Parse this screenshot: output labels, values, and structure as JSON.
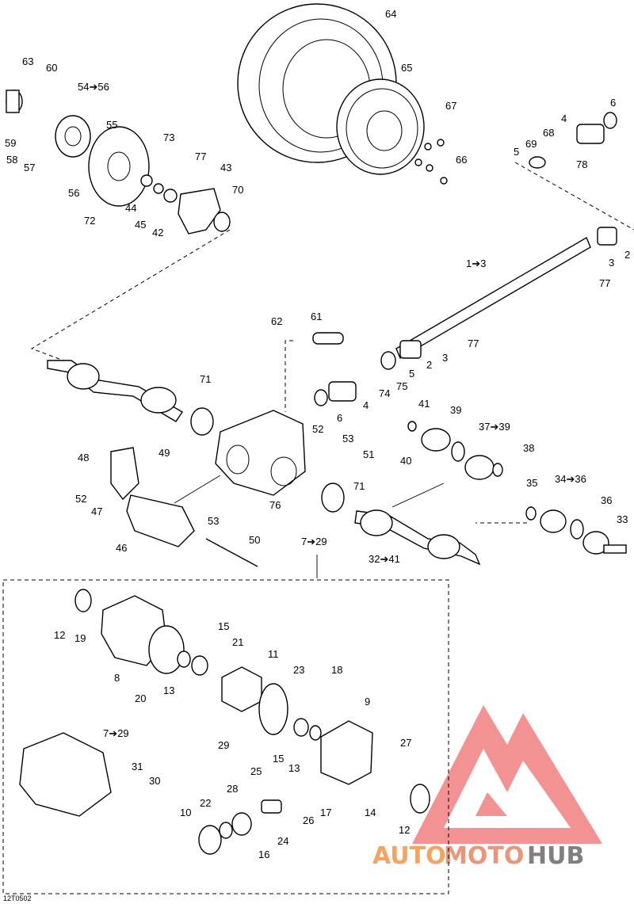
{
  "diagram_code": "12T0502",
  "watermark": {
    "word_part1": "AUTO",
    "word_part2": "MOTO",
    "word_part3": "HUB",
    "color_auto": "#f4a460",
    "color_moto": "#e9967a",
    "color_hub": "#808080",
    "logo_color": "#f08080"
  },
  "labels": {
    "l64": "64",
    "l65": "65",
    "l67": "67",
    "l66": "66",
    "l6a": "6",
    "l4a": "4",
    "l68": "68",
    "l69": "69",
    "l5a": "5",
    "l78": "78",
    "l2a": "2",
    "l3a": "3",
    "l77a": "77",
    "l1_3": "1➔3",
    "l63": "63",
    "l60": "60",
    "l54_56": "54➔56",
    "l55": "55",
    "l59": "59",
    "l58": "58",
    "l57": "57",
    "l56": "56",
    "l72": "72",
    "l73": "73",
    "l77b": "77",
    "l43": "43",
    "l44": "44",
    "l45": "45",
    "l42": "42",
    "l70": "70",
    "l62": "62",
    "l61": "61",
    "l77c": "77",
    "l2b": "2",
    "l3b": "3",
    "l5b": "5",
    "l75": "75",
    "l74": "74",
    "l4b": "4",
    "l6b": "6",
    "l71a": "71",
    "l52a": "52",
    "l53a": "53",
    "l51": "51",
    "l48": "48",
    "l49": "49",
    "l52b": "52",
    "l47": "47",
    "l76": "76",
    "l71b": "71",
    "l53b": "53",
    "l46": "46",
    "l50": "50",
    "l7_29a": "7➔29",
    "l41": "41",
    "l39": "39",
    "l37_39": "37➔39",
    "l40": "40",
    "l38": "38",
    "l35": "35",
    "l34_36": "34➔36",
    "l36": "36",
    "l33": "33",
    "l32_41": "32➔41",
    "l12a": "12",
    "l19": "19",
    "l15a": "15",
    "l21": "21",
    "l11": "11",
    "l23": "23",
    "l18": "18",
    "l8": "8",
    "l20": "20",
    "l13a": "13",
    "l29": "29",
    "l9": "9",
    "l15b": "15",
    "l13b": "13",
    "l27": "27",
    "l7_29b": "7➔29",
    "l31": "31",
    "l30": "30",
    "l25": "25",
    "l28": "28",
    "l22": "22",
    "l10": "10",
    "l24": "24",
    "l26": "26",
    "l17": "17",
    "l14": "14",
    "l16": "16",
    "l12b": "12"
  }
}
